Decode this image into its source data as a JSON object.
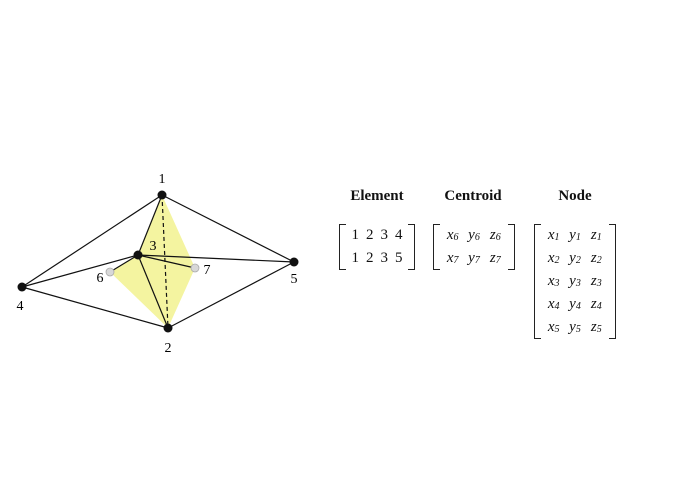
{
  "diagram": {
    "node_labels": [
      {
        "id": "1",
        "label": "1"
      },
      {
        "id": "2",
        "label": "2"
      },
      {
        "id": "3",
        "label": "3"
      },
      {
        "id": "4",
        "label": "4"
      },
      {
        "id": "5",
        "label": "5"
      },
      {
        "id": "6",
        "label": "6"
      },
      {
        "id": "7",
        "label": "7"
      }
    ],
    "colors": {
      "element_fill": "#f4f4a0",
      "node": "#111111",
      "centroid": "#d8d8d8",
      "line": "#111111"
    }
  },
  "headings": {
    "element": "Element",
    "centroid": "Centroid",
    "node": "Node"
  },
  "element_matrix": [
    [
      "1",
      "2",
      "3",
      "4"
    ],
    [
      "1",
      "2",
      "3",
      "5"
    ]
  ],
  "centroid_matrix": [
    [
      {
        "s": "x",
        "i": "6"
      },
      {
        "s": "y",
        "i": "6"
      },
      {
        "s": "z",
        "i": "6"
      }
    ],
    [
      {
        "s": "x",
        "i": "7"
      },
      {
        "s": "y",
        "i": "7"
      },
      {
        "s": "z",
        "i": "7"
      }
    ]
  ],
  "node_matrix": [
    [
      {
        "s": "x",
        "i": "1"
      },
      {
        "s": "y",
        "i": "1"
      },
      {
        "s": "z",
        "i": "1"
      }
    ],
    [
      {
        "s": "x",
        "i": "2"
      },
      {
        "s": "y",
        "i": "2"
      },
      {
        "s": "z",
        "i": "2"
      }
    ],
    [
      {
        "s": "x",
        "i": "3"
      },
      {
        "s": "y",
        "i": "3"
      },
      {
        "s": "z",
        "i": "3"
      }
    ],
    [
      {
        "s": "x",
        "i": "4"
      },
      {
        "s": "y",
        "i": "4"
      },
      {
        "s": "z",
        "i": "4"
      }
    ],
    [
      {
        "s": "x",
        "i": "5"
      },
      {
        "s": "y",
        "i": "5"
      },
      {
        "s": "z",
        "i": "5"
      }
    ]
  ]
}
